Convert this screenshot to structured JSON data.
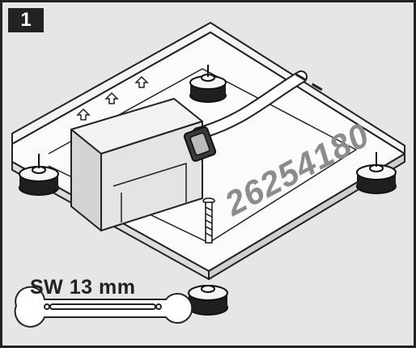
{
  "step": {
    "number": "1"
  },
  "part_number": "26254180",
  "tool": {
    "label": "SW 13 mm",
    "icon": "open-end-wrench-icon"
  },
  "colors": {
    "frame": "#222222",
    "background": "#e6e6e6",
    "part_number": "#8c8c8c",
    "foot": "#1f1f1f"
  }
}
